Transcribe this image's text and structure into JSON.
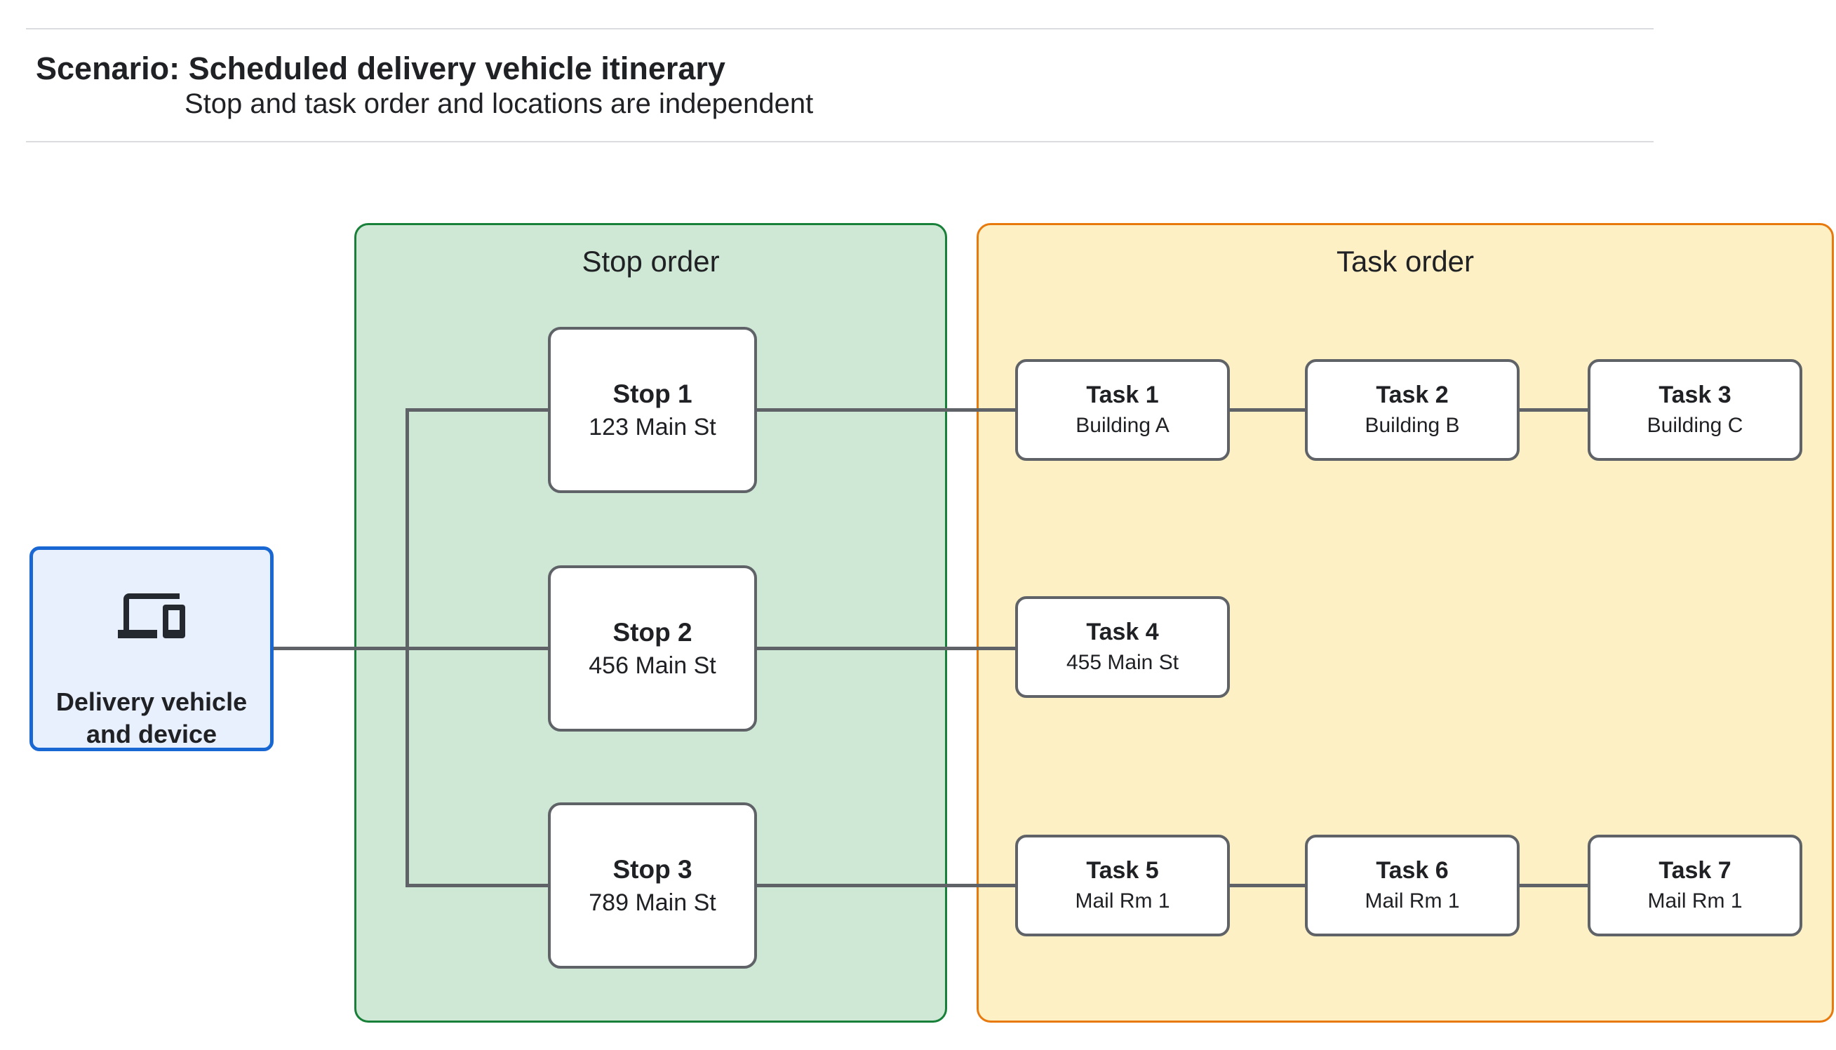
{
  "header": {
    "title": "Scenario: Scheduled delivery vehicle itinerary",
    "subtitle": "Stop and task order and locations are independent"
  },
  "vehicle": {
    "icon": "devices-icon",
    "label_line1": "Delivery vehicle",
    "label_line2": "and device"
  },
  "stop_panel": {
    "title": "Stop order",
    "stops": [
      {
        "title": "Stop 1",
        "subtitle": "123 Main St"
      },
      {
        "title": "Stop 2",
        "subtitle": "456 Main St"
      },
      {
        "title": "Stop 3",
        "subtitle": "789 Main St"
      }
    ]
  },
  "task_panel": {
    "title": "Task order",
    "rows": [
      [
        {
          "title": "Task 1",
          "subtitle": "Building A"
        },
        {
          "title": "Task 2",
          "subtitle": "Building B"
        },
        {
          "title": "Task 3",
          "subtitle": "Building C"
        }
      ],
      [
        {
          "title": "Task 4",
          "subtitle": "455 Main St"
        }
      ],
      [
        {
          "title": "Task 5",
          "subtitle": "Mail Rm 1"
        },
        {
          "title": "Task 6",
          "subtitle": "Mail Rm 1"
        },
        {
          "title": "Task 7",
          "subtitle": "Mail Rm 1"
        }
      ]
    ]
  },
  "colors": {
    "stop_panel_fill": "#cee8d5",
    "stop_panel_border": "#188038",
    "task_panel_fill": "#fdf0c5",
    "task_panel_border": "#e8790d",
    "vehicle_fill": "#e8f0fe",
    "vehicle_border": "#1967d2",
    "node_border": "#5f6368",
    "connector": "#5f6368",
    "text": "#202124",
    "separator": "#dadce0"
  }
}
